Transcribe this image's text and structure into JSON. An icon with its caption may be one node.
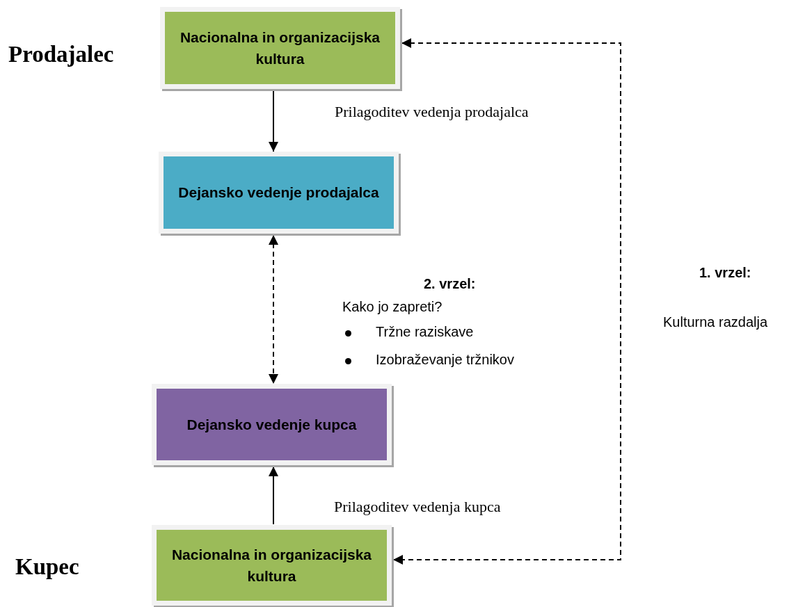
{
  "diagram": {
    "nodes": [
      {
        "text": [
          "Nacionalna in organizacijska kultura"
        ],
        "beside": [
          "Prodajalec"
        ]
      },
      {
        "text": [
          "Dejansko vedenje prodajalca"
        ]
      },
      {
        "text": [
          "Dejansko vedenje kupca"
        ]
      },
      {
        "text": [
          "Nacionalna in organizacijska kultura"
        ],
        "beside": [
          "Kupec"
        ]
      }
    ],
    "edges": [
      {
        "from": 0,
        "to": 1,
        "arrow": "to"
      },
      {
        "from": 1,
        "to": 2,
        "arrow": "both",
        "style": "dashed"
      },
      {
        "from": 3,
        "to": 2,
        "arrow": "to"
      },
      {
        "from": 0,
        "to": 3,
        "arrow": "both",
        "style": "dashed"
      }
    ],
    "labels": [
      "Prilagoditev vedenja prodajalca",
      "1. vrzel:",
      "2. vrzel:",
      "Kako jo zapreti?",
      "Tržne raziskave",
      "Izobraževanje tržnikov",
      "Kulturna razdalja",
      "Prilagoditev vedenja kupca"
    ]
  }
}
